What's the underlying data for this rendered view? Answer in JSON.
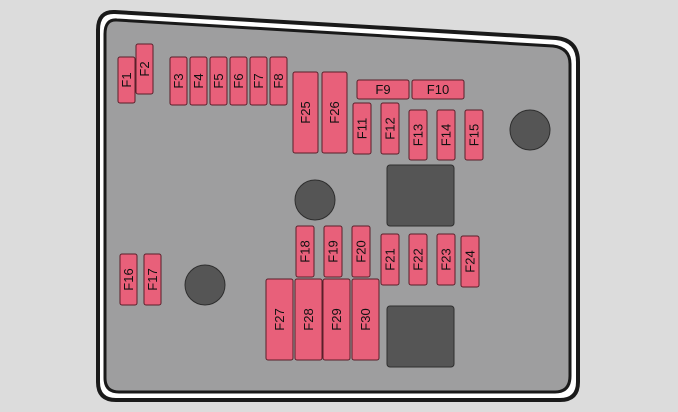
{
  "colors": {
    "background": "#dcdcdc",
    "panel": "#9e9e9f",
    "panel_border": "#1a1a1a",
    "fuse": "#e8607a",
    "relay": "#555555"
  },
  "fuses": [
    "F1",
    "F2",
    "F3",
    "F4",
    "F5",
    "F6",
    "F7",
    "F8",
    "F9",
    "F10",
    "F11",
    "F12",
    "F13",
    "F14",
    "F15",
    "F16",
    "F17",
    "F18",
    "F19",
    "F20",
    "F21",
    "F22",
    "F23",
    "F24",
    "F25",
    "F26",
    "F27",
    "F28",
    "F29",
    "F30"
  ]
}
